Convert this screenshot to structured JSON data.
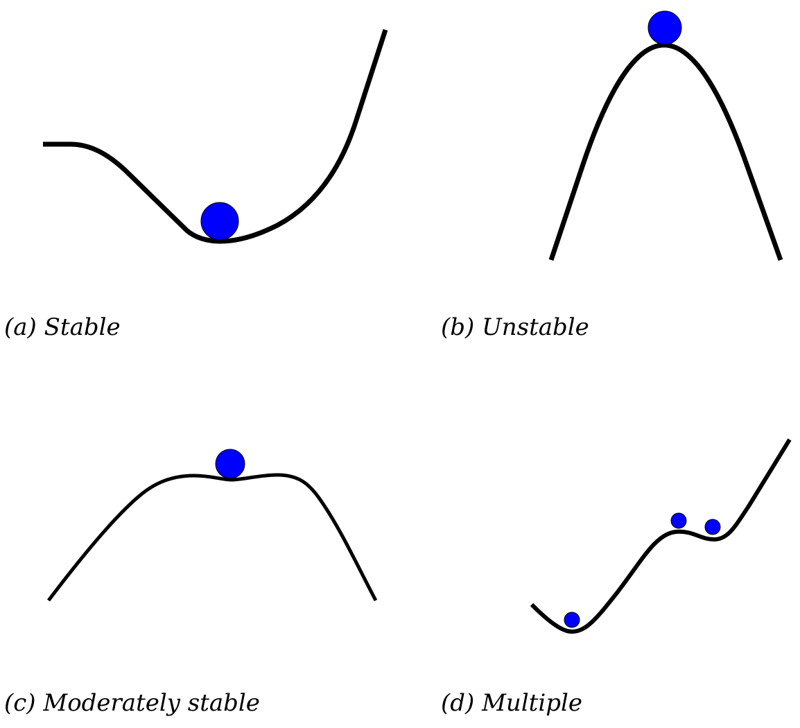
{
  "colors": {
    "ball": "#0000ff",
    "curve": "#000000"
  },
  "panels": [
    {
      "caption": "(a) Stable"
    },
    {
      "caption": "(b) Unstable"
    },
    {
      "caption": "(c) Moderately stable"
    },
    {
      "caption": "(d) Multiple"
    }
  ]
}
